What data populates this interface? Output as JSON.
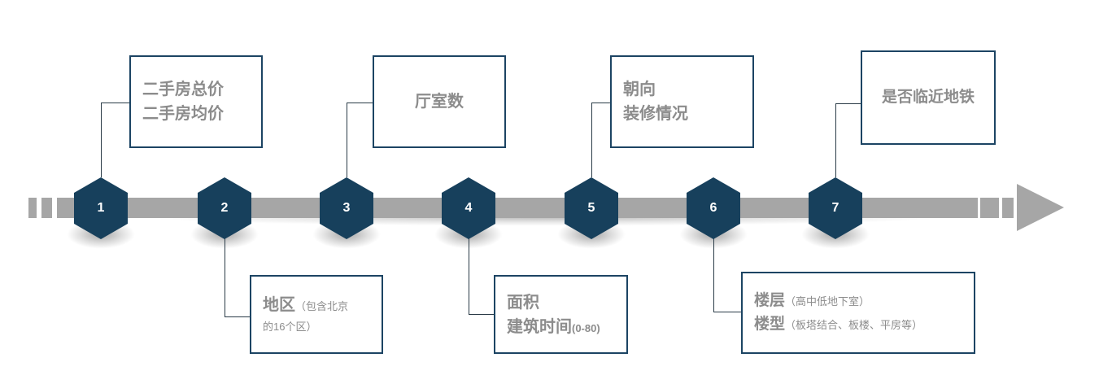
{
  "diagram": {
    "title": "房价影响因素时间轴",
    "accent_color": "#17405c",
    "bar_color": "#a6a6a6",
    "text_color": "#8c8c8c",
    "box_border_color": "#1c4463"
  },
  "steps": [
    {
      "number": "1",
      "position": "above",
      "lines": [
        {
          "main": "二手房总价",
          "note": ""
        },
        {
          "main": "二手房均价",
          "note": ""
        }
      ]
    },
    {
      "number": "2",
      "position": "below",
      "lines": [
        {
          "main": "地区",
          "note": "（包含北京"
        },
        {
          "main": "",
          "note": "的16个区）"
        }
      ]
    },
    {
      "number": "3",
      "position": "above",
      "lines": [
        {
          "main": "厅室数",
          "note": ""
        }
      ]
    },
    {
      "number": "4",
      "position": "below",
      "lines": [
        {
          "main": "面积",
          "note": ""
        },
        {
          "main": "建筑时间",
          "note": "(0-80)"
        }
      ]
    },
    {
      "number": "5",
      "position": "above",
      "lines": [
        {
          "main": "朝向",
          "note": ""
        },
        {
          "main": "装修情况",
          "note": ""
        }
      ]
    },
    {
      "number": "6",
      "position": "below",
      "lines": [
        {
          "main": "楼层",
          "note": "（高中低地下室）"
        },
        {
          "main": "楼型",
          "note": "（板塔结合、板楼、平房等）"
        }
      ]
    },
    {
      "number": "7",
      "position": "above",
      "lines": [
        {
          "main": "是否临近地铁",
          "note": ""
        }
      ]
    }
  ],
  "labels": {
    "box1_line1": "二手房总价",
    "box1_line2": "二手房均价",
    "box2_main": "地区",
    "box2_note1": "（包含北京",
    "box2_note2": "的16个区）",
    "box3_main": "厅室数",
    "box4_line1": "面积",
    "box4_line2_main": "建筑时间",
    "box4_line2_note": "(0-80)",
    "box5_line1": "朝向",
    "box5_line2": "装修情况",
    "box6_line1_main": "楼层",
    "box6_line1_note": "（高中低地下室）",
    "box6_line2_main": "楼型",
    "box6_line2_note": "（板塔结合、板楼、平房等）",
    "box7_main": "是否临近地铁",
    "num1": "1",
    "num2": "2",
    "num3": "3",
    "num4": "4",
    "num5": "5",
    "num6": "6",
    "num7": "7"
  }
}
